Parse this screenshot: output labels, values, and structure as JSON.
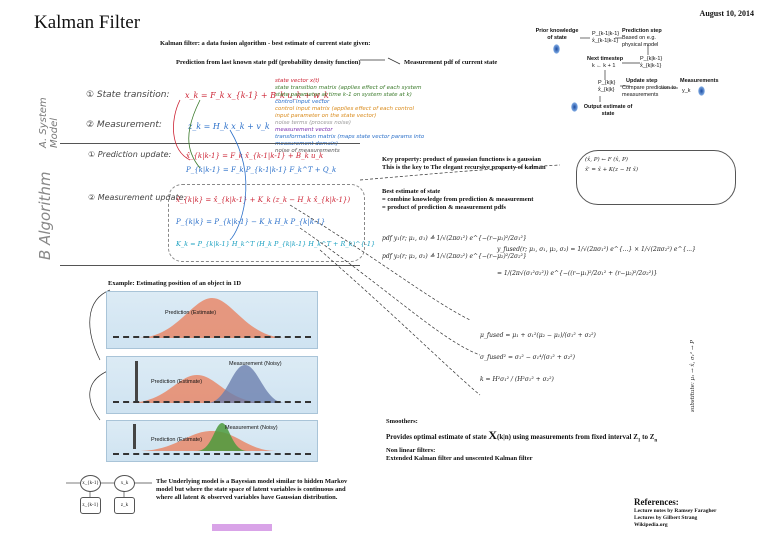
{
  "title": "Kalman Filter",
  "date": "August 10, 2014",
  "intro": {
    "line1": "Kalman filter: a data fusion algorithm - best estimate of current state given:",
    "prediction": "Prediction from last known state pdf (probability density function)",
    "measurement": "Measurement pdf of current state"
  },
  "sidebar": {
    "model_label": "A. System Model",
    "algorithm_label": "B Algorithm"
  },
  "model": {
    "state_transition": "① State transition:",
    "measurement": "② Measurement:",
    "state_eq": "x_k = F_k x_{k-1} + B_k u_k + w_k",
    "meas_eq": "z_k = H_k x_k + v_k",
    "notes": [
      "state vector x(t)",
      "state transition matrix (applies effect of each system state parameter at time k-1 on system state at k)",
      "control input vector",
      "control input matrix (applies effect of each control input parameter on the state vector)",
      "noise terms (process noise)",
      "measurement vector",
      "transformation matrix (maps state vector params into measurement domain)",
      "noise of measurements"
    ]
  },
  "algorithm": {
    "prediction_update": "① Prediction update:",
    "measurement_update": "② Measurement update:",
    "pred_eq1": "x̂_{k|k-1} = F_k x̂_{k-1|k-1} + B_k u_k",
    "pred_eq2": "P_{k|k-1} = F_k P_{k-1|k-1} F_k^T + Q_k",
    "upd_eq1": "x̂_{k|k} = x̂_{k|k-1} + K_k (z_k − H_k x̂_{k|k-1})",
    "upd_eq2": "P_{k|k} = P_{k|k-1} − K_k H_k P_{k|k-1}",
    "upd_eq3": "K_k = P_{k|k-1} H_k^T (H_k P_{k|k-1} H_k^T + R_k)^{-1}"
  },
  "key_property": {
    "line1": "Key property: product of gaussian functions is a gaussian",
    "line2": "This is the key to The elegant recursive property of kalman"
  },
  "best_estimate": {
    "line1": "Best estimate of state",
    "line2": "= combine knowledge from prediction & measurement",
    "line3": "= product of prediction & measurement pdfs"
  },
  "diagram": {
    "prior": "Prior knowledge of state",
    "prediction_step": "Prediction step",
    "based_on": "Based on e.g. physical model",
    "next_timestep": "Next timestep",
    "k_inc": "k ← k + 1",
    "update_step": "Update step",
    "compare": "Compare prediction to measurements",
    "measurements": "Measurements",
    "output": "Output estimate of state",
    "m_xk": "x̂_{k-1|k-1}",
    "m_pk": "P_{k-1|k-1}",
    "m_xpred": "x̂_{k|k-1}",
    "m_ppred": "P_{k|k-1}",
    "m_xupd": "x̂_{k|k}",
    "m_pupd": "P_{k|k}",
    "y_k": "y_k"
  },
  "example": {
    "title": "Example: Estimating position of an object in 1D",
    "panel1": [
      "Prediction (Estimate)"
    ],
    "panel2": [
      "Measurement (Noisy)",
      "Prediction (Estimate)"
    ],
    "panel3": [
      "Prediction (Estimate)",
      "Measurement (Noisy)"
    ]
  },
  "markov": {
    "node1": "x_{k-1}",
    "node2": "x_k",
    "obs1": "z_{k-1}",
    "obs2": "z_k",
    "text": "The Underlying model is a Bayesian model similar to hidden Markov model but where the state space of latent variables is continuous and where all latent & observed variables have Gaussian distribution."
  },
  "math": {
    "pdf1": "pdf y₁(r; μ₁, σ₁) ≜ 1/√(2πσ₁²) e^{−(r−μ₁)²/2σ₁²}",
    "pdf2": "pdf y₂(r; μ₂, σ₂) ≜ 1/√(2πσ₂²) e^{−(r−μ₂)²/2σ₂²}",
    "fused": "y_fused(r; μ₁, σ₁, μ₂, σ₂) = 1/√(2πσ₁²) e^{...} × 1/√(2πσ₂²) e^{...}",
    "fused2": "= 1/(2π√(σ₁²σ₂²)) e^{−((r−μ₁)²/2σ₁² + (r−μ₂)²/2σ₂²)}",
    "mu": "μ_fused = μ₁ + σ₁²(μ₂ − μ₁)/(σ₁² + σ₂²)",
    "sigma": "σ_fused² = σ₁² − σ₁⁴/(σ₁² + σ₂²)",
    "k": "k = H²σ₁² / (H²σ₁² + σ₂²)",
    "side": "substitute: μ₁ → x̂, σ₁² → P",
    "sub1": "(x̂, P) ← F (x̂, P)",
    "sub2": "x̂' = x̂ + K(z − H x̂)"
  },
  "smoothers": {
    "title": "Smoothers:",
    "text_a": "Provides optimal estimate of state ",
    "text_b": "(k|n) using measurements from fixed interval Z",
    "text_c": " to Z",
    "x_sym": "X",
    "z1": "1",
    "zn": "n"
  },
  "nonlinear": {
    "title": "Non linear filters:",
    "text": "Extended Kalman filter and unscented Kalman filter"
  },
  "references": {
    "title": "References:",
    "items": [
      "Lecture notes by Ramsey Faragher",
      "Lectures by Gilbert Strang",
      "Wikipedia.org"
    ]
  },
  "colors": {
    "prediction": "#e8886a",
    "measurement": "#4a5f9a",
    "fused": "#4c9a3c",
    "highlight": "#d9a3e8"
  }
}
